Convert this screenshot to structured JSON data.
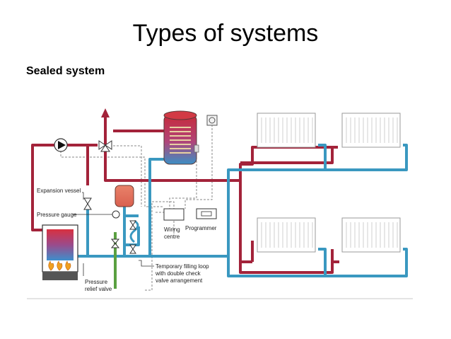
{
  "slide": {
    "title": "Types of systems",
    "subtitle": "Sealed system"
  },
  "diagram": {
    "labels": {
      "expansion_vessel": "Expansion vessel",
      "pressure_gauge": "Pressure gauge",
      "wiring_centre_1": "Wiring",
      "wiring_centre_2": "centre",
      "programmer": "Programmer",
      "filling_loop_1": "Temporary filling loop",
      "filling_loop_2": "with double check",
      "filling_loop_3": "valve arrangement",
      "relief_valve_1": "Pressure",
      "relief_valve_2": "relief valve"
    },
    "colors": {
      "flow": "#a3233a",
      "return": "#3a98c0",
      "cold_feed": "#5aa041",
      "wiring": "#888888",
      "floor_line": "#c8c8c8"
    }
  }
}
